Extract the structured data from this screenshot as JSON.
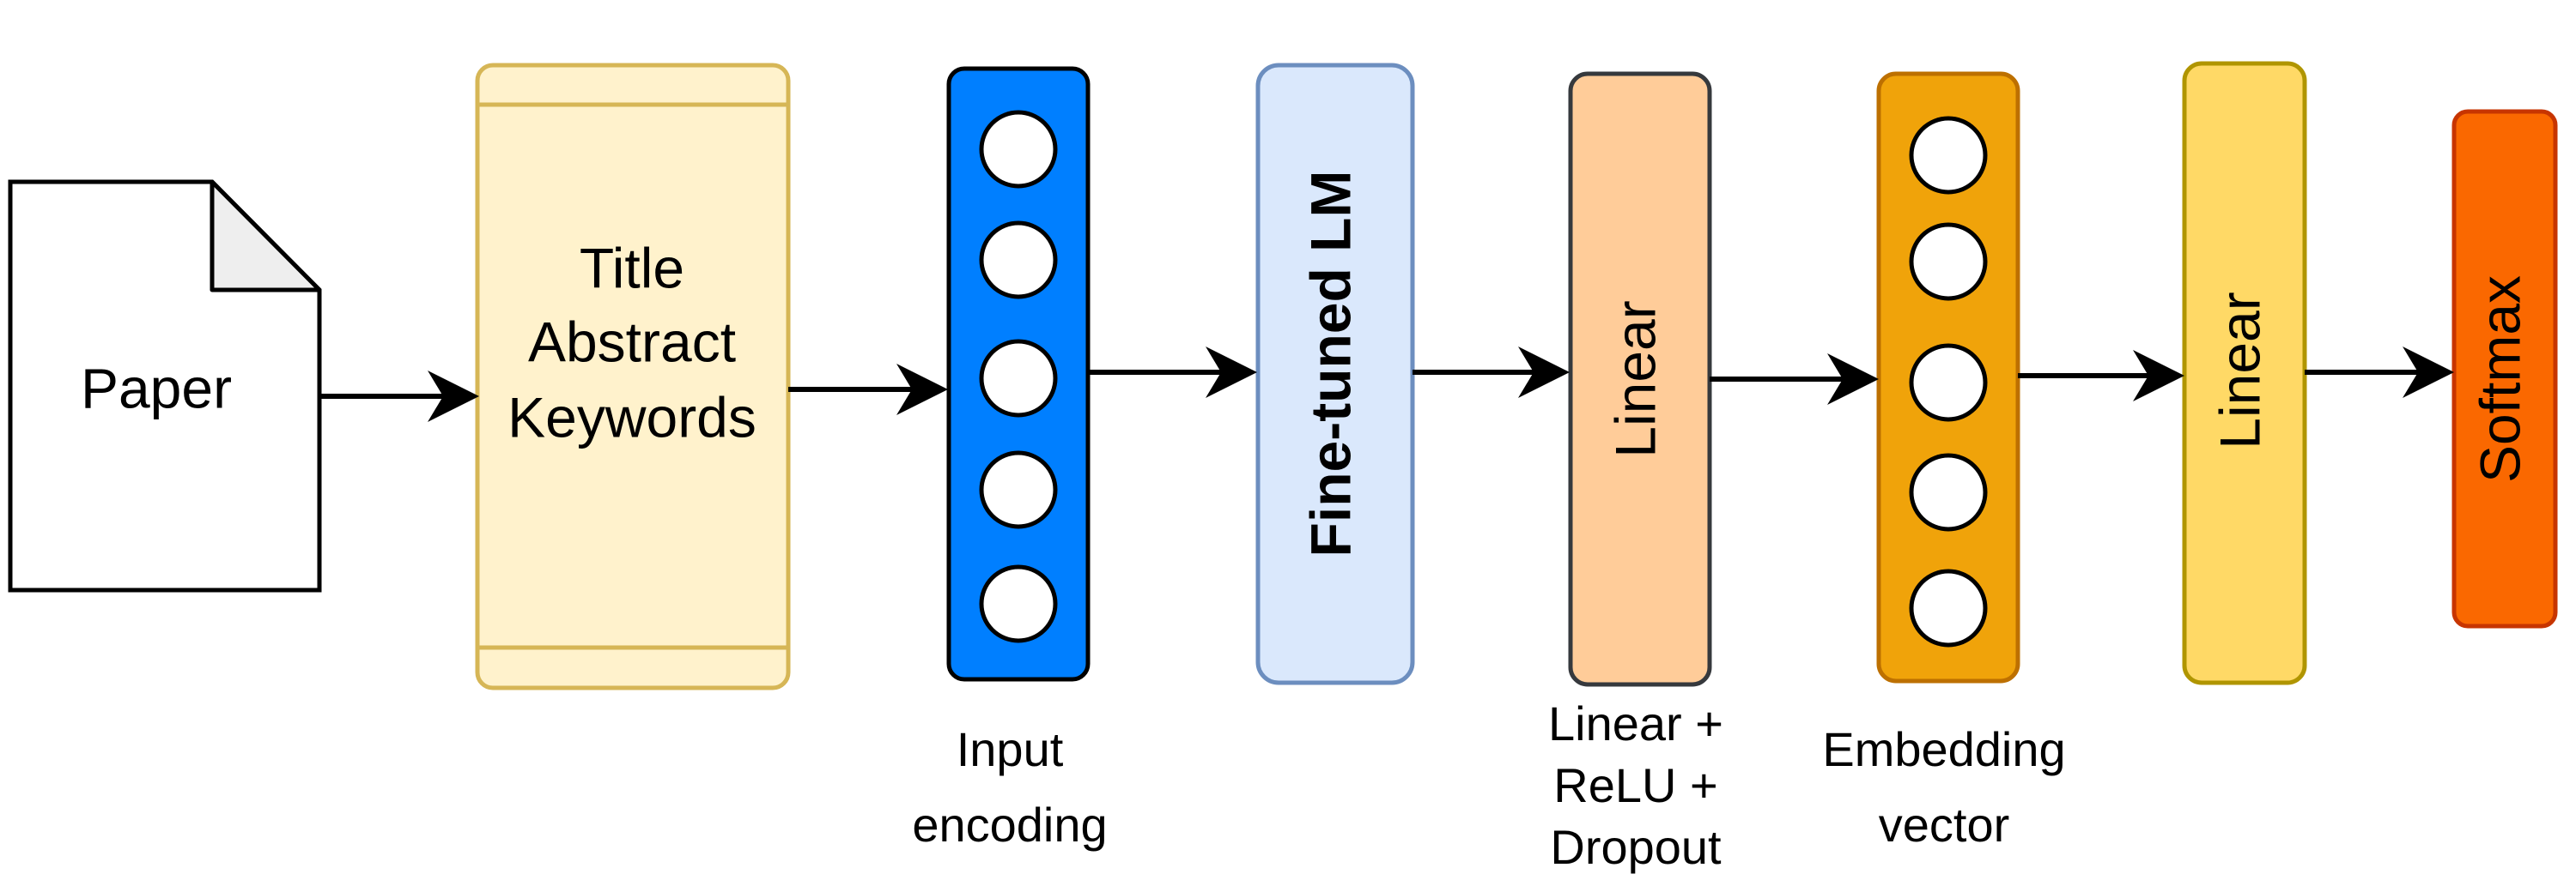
{
  "nodes": {
    "paper": {
      "label": "Paper"
    },
    "fields": {
      "lines": [
        "Title",
        "Abstract",
        "Keywords"
      ]
    },
    "input_encoding": {
      "caption": [
        "Input",
        "encoding"
      ]
    },
    "lm": {
      "label": "Fine-tuned LM"
    },
    "linear1": {
      "label": "Linear",
      "caption": [
        "Linear +",
        "ReLU +",
        "Dropout"
      ]
    },
    "embedding": {
      "caption": [
        "Embedding",
        "vector"
      ]
    },
    "linear2": {
      "label": "Linear"
    },
    "softmax": {
      "label": "Softmax"
    }
  },
  "colors": {
    "paper_fill": "#ffffff",
    "paper_fold": "#eeeeee",
    "fields_fill": "#fff2cc",
    "fields_stroke": "#d6b656",
    "input_fill": "#007fff",
    "lm_fill": "#dae8fc",
    "lm_stroke": "#6c8ebf",
    "linear1_fill": "#ffcc99",
    "linear1_stroke": "#36393d",
    "embedding_fill": "#f0a30a",
    "embedding_stroke": "#bd7000",
    "linear2_fill": "#ffd966",
    "linear2_stroke": "#b09500",
    "softmax_fill": "#fa6800",
    "softmax_stroke": "#c73500"
  }
}
